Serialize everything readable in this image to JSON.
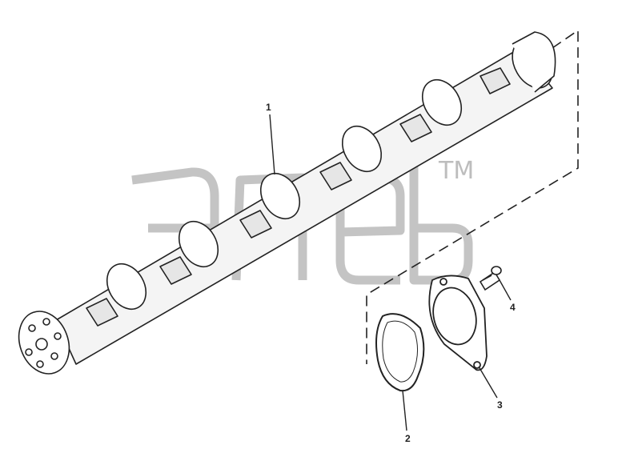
{
  "watermark": {
    "tm": "TM"
  },
  "callouts": [
    {
      "id": "1",
      "label": "1"
    },
    {
      "id": "2",
      "label": "2"
    },
    {
      "id": "3",
      "label": "3"
    },
    {
      "id": "4",
      "label": "4"
    }
  ],
  "colors": {
    "ink": "#222222",
    "watermark": "#bdbdbd",
    "background": "#ffffff"
  }
}
